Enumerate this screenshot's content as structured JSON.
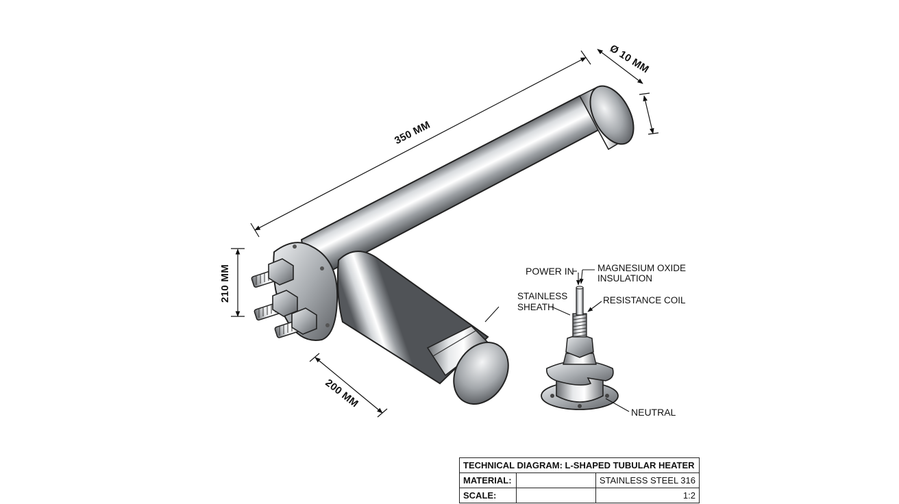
{
  "dimensions": {
    "length": "350 MM",
    "diameter": "Ø 10 MM",
    "height": "210 MM",
    "leg": "200 MM"
  },
  "callouts": {
    "power_in": "POWER IN",
    "insulation_line1": "MAGNESIUM OXIDE",
    "insulation_line2": "INSULATION",
    "sheath_line1": "STAINLESS",
    "sheath_line2": "SHEATH",
    "coil": "RESISTANCE COIL",
    "neutral": "NEUTRAL"
  },
  "title_block": {
    "title": "TECHNICAL DIAGRAM: L-SHAPED TUBULAR HEATER",
    "material_label": "MATERIAL:",
    "material_value": "STAINLESS STEEL 316",
    "scale_label": "SCALE:",
    "scale_value": "1:2"
  }
}
